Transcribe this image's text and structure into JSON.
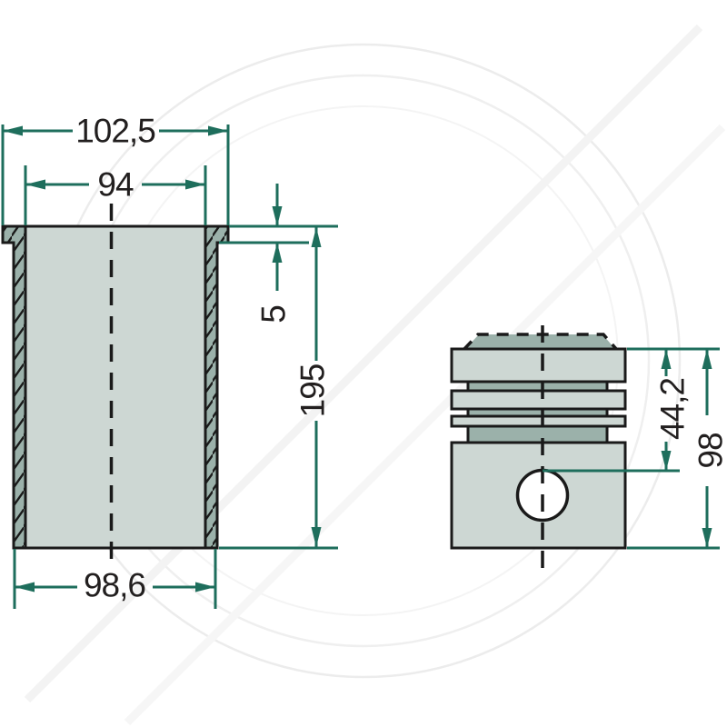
{
  "drawing": {
    "type": "technical-drawing",
    "subject": "cylinder liner and piston cross-section",
    "colors": {
      "dimension_line": "#1E6E5C",
      "outline": "#1a1a1a",
      "fill_light": "#cdd7d3",
      "fill_dark": "#9bb1aa",
      "label_text": "#221f1f",
      "background": "#ffffff"
    },
    "liner": {
      "name": "cylinder-liner",
      "dimensions": {
        "flange_diameter": "102,5",
        "bore_diameter": "94",
        "bottom_outer_diameter": "98,6",
        "collar_height": "5",
        "length": "195"
      }
    },
    "piston": {
      "name": "piston",
      "dimensions": {
        "compression_height": "44,2",
        "height": "98"
      }
    }
  }
}
